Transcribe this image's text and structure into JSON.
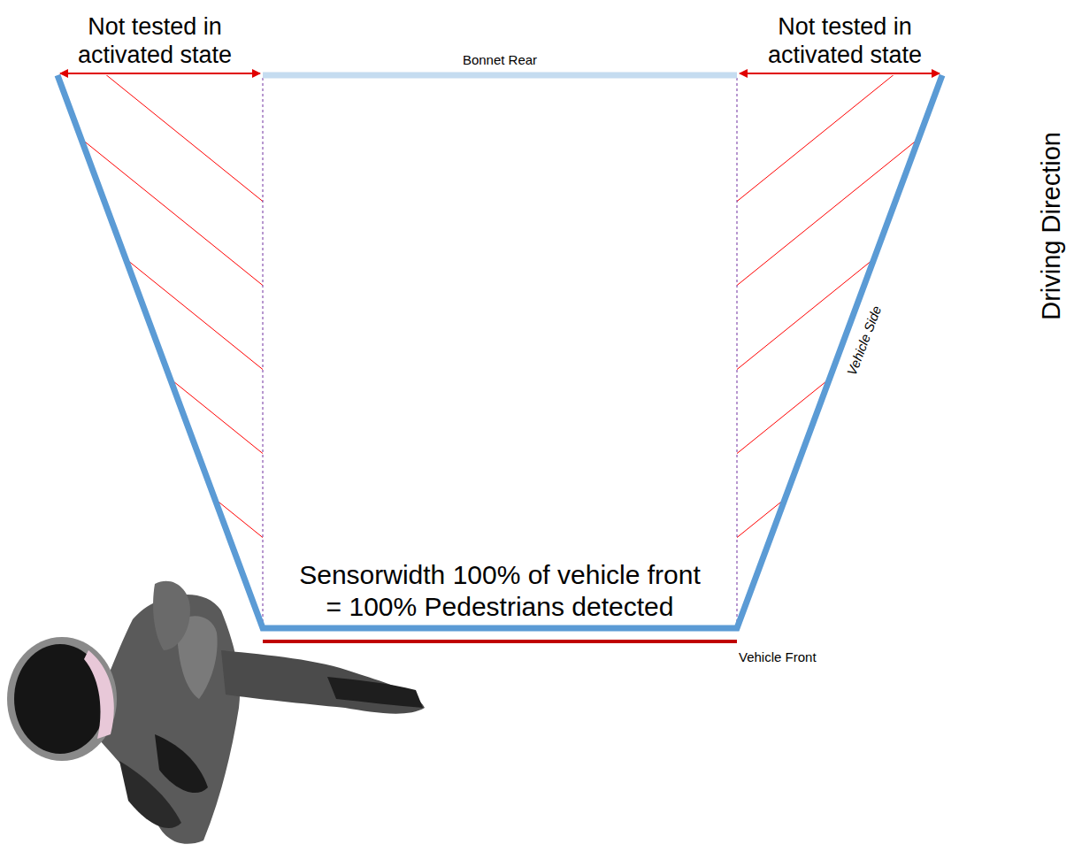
{
  "diagram": {
    "labels": [
      "Not tested in activated state",
      "Not tested in activated state",
      "Bonnet Rear",
      "Sensorwidth 100% of vehicle front = 100% Pedestrians detected",
      "Vehicle Front",
      "Vehicle Side",
      "Driving Direction"
    ]
  }
}
